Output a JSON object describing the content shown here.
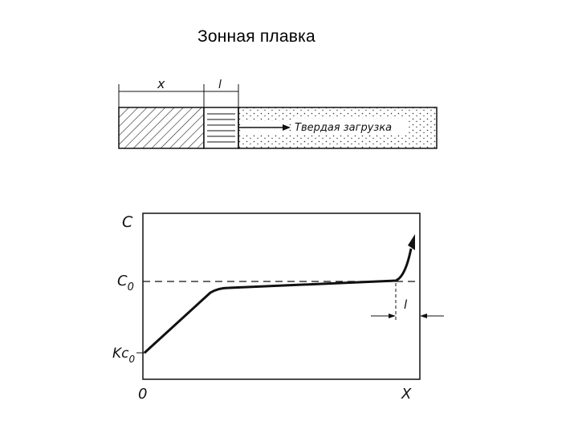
{
  "slide": {
    "title": "Зонная плавка"
  },
  "bar_diagram": {
    "dim_x_label": "x",
    "dim_l_label": "l",
    "charge_label": "Твердая загрузка"
  },
  "graph": {
    "y_axis_label": "C",
    "c0_label": "C",
    "c0_subscript": "0",
    "kc0_label": "Kc",
    "kc0_subscript": "0",
    "origin_label": "0",
    "x_axis_label": "X",
    "zone_label": "l"
  }
}
